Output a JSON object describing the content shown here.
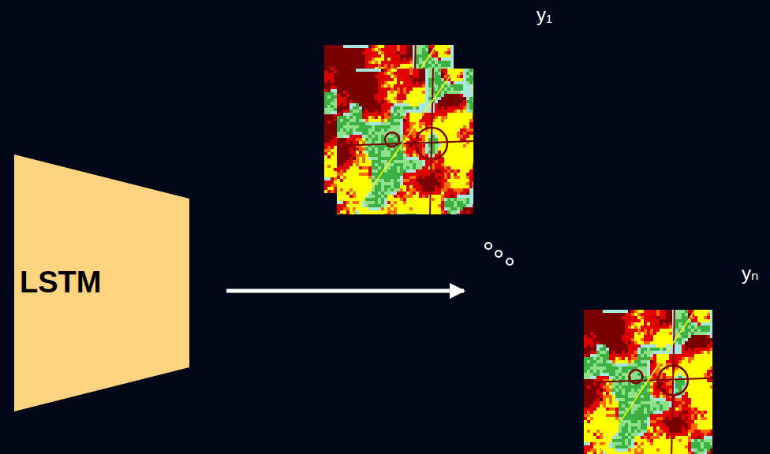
{
  "diagram": {
    "nodes": [
      {
        "text": [
          "LSTM"
        ]
      }
    ],
    "labels": [
      "y₁",
      "yₙ"
    ]
  }
}
